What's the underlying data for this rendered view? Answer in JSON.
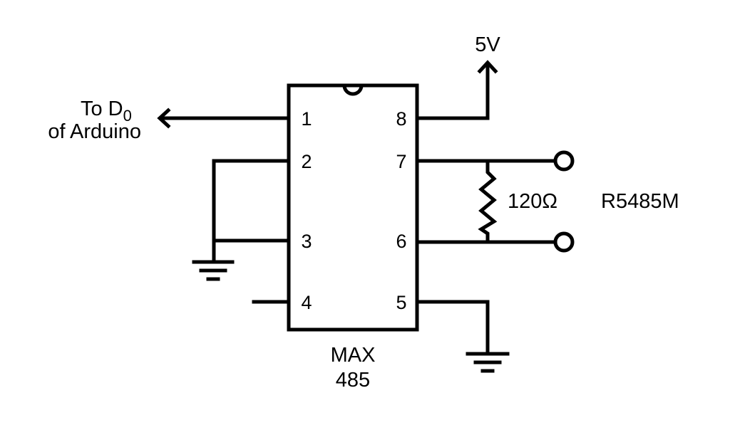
{
  "chip": {
    "line1": "MAX",
    "line2": "485",
    "pins": {
      "p1": "1",
      "p2": "2",
      "p3": "3",
      "p4": "4",
      "p5": "5",
      "p6": "6",
      "p7": "7",
      "p8": "8"
    }
  },
  "labels": {
    "to_d_main": "To D",
    "to_d_sub": "0",
    "of_arduino": "of Arduino",
    "supply": "5V",
    "resistor": "120Ω",
    "connector": "R5485M"
  },
  "colors": {
    "ink": "#000000",
    "background": "#ffffff"
  }
}
